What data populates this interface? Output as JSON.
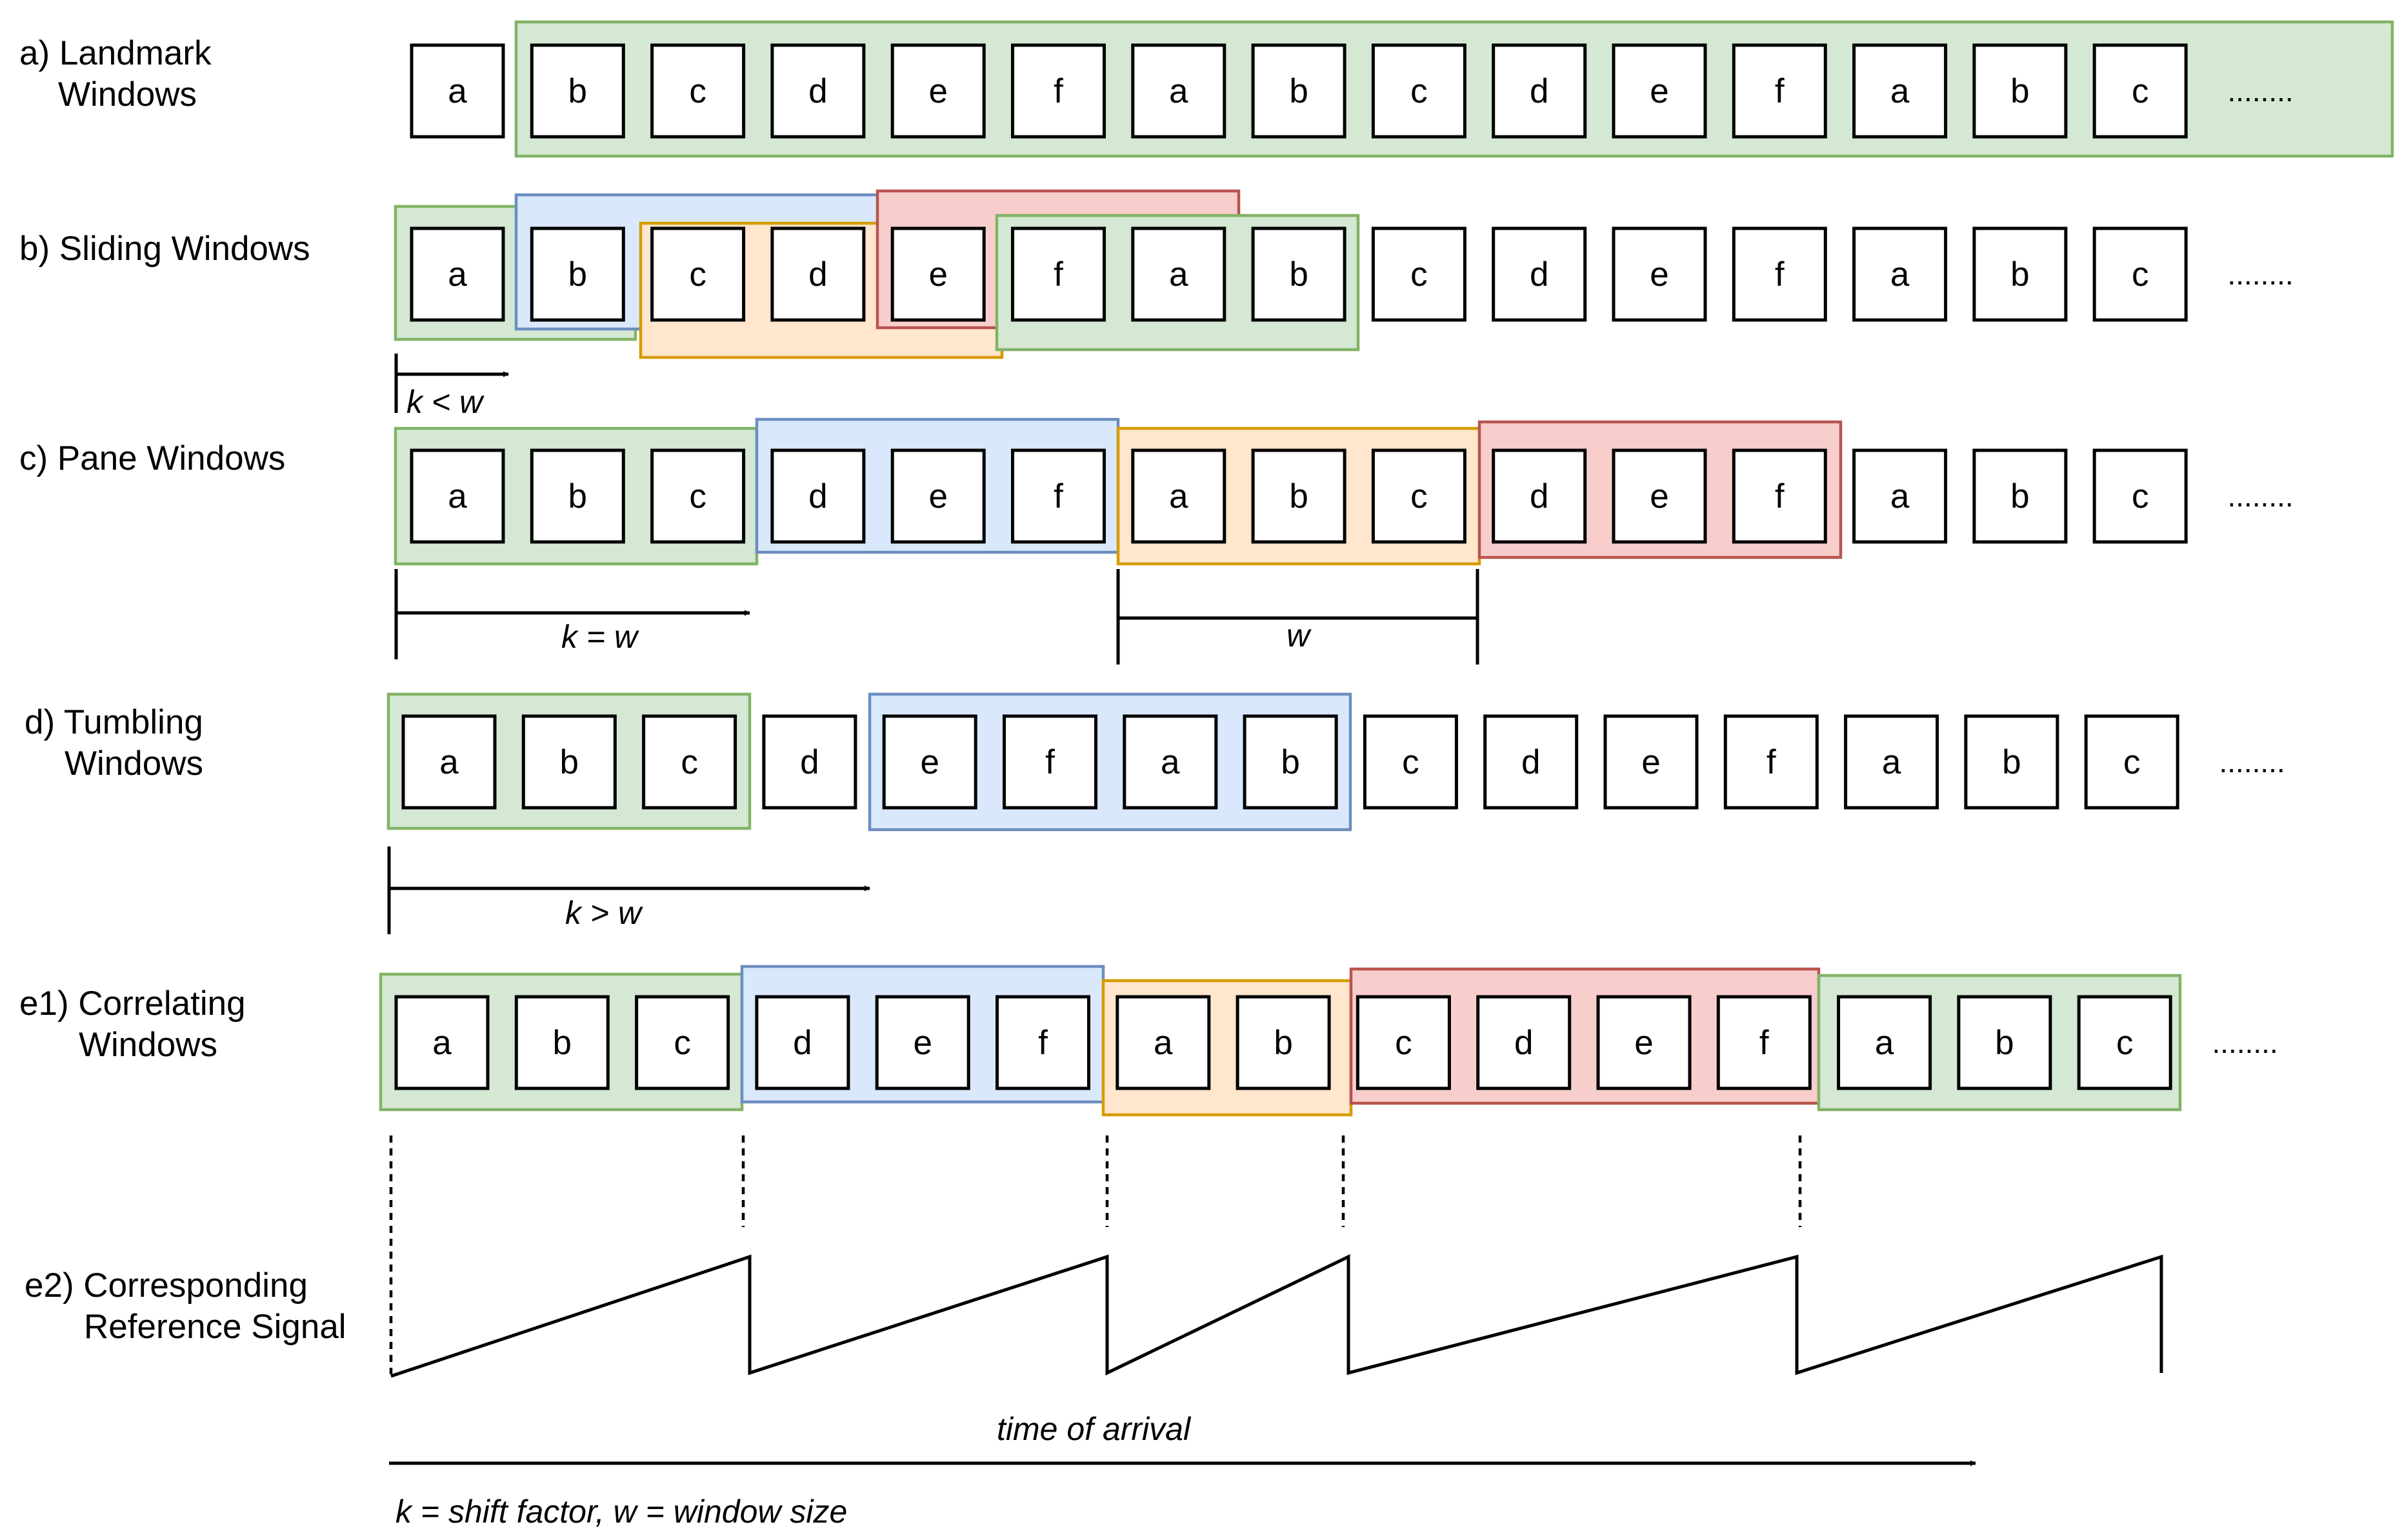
{
  "sequence": [
    "a",
    "b",
    "c",
    "d",
    "e",
    "f",
    "a",
    "b",
    "c",
    "d",
    "e",
    "f",
    "a",
    "b",
    "c"
  ],
  "ellipsis": "........",
  "colors": {
    "green": {
      "fill": "#d5e8d4",
      "stroke": "#82b366"
    },
    "blue": {
      "fill": "#dae8fc",
      "stroke": "#6c8ebf"
    },
    "orange": {
      "fill": "#ffe6cc",
      "stroke": "#d79b00"
    },
    "red": {
      "fill": "#f8cecc",
      "stroke": "#b85450"
    }
  },
  "rows": {
    "landmark": {
      "label_lines": [
        "a) Landmark",
        "Windows"
      ]
    },
    "sliding": {
      "label_lines": [
        "b) Sliding Windows"
      ],
      "annotation": "k < w"
    },
    "pane": {
      "label_lines": [
        "c) Pane Windows"
      ],
      "annotation": "k = w",
      "window_annotation": "w"
    },
    "tumbling": {
      "label_lines": [
        "d) Tumbling",
        "Windows"
      ],
      "annotation": "k > w"
    },
    "correlating": {
      "label_lines": [
        "e1) Correlating",
        "Windows"
      ]
    },
    "signal": {
      "label_lines": [
        "e2) Corresponding",
        "Reference Signal"
      ]
    }
  },
  "time_label": "time of arrival",
  "legend": "k = shift factor, w = window size"
}
